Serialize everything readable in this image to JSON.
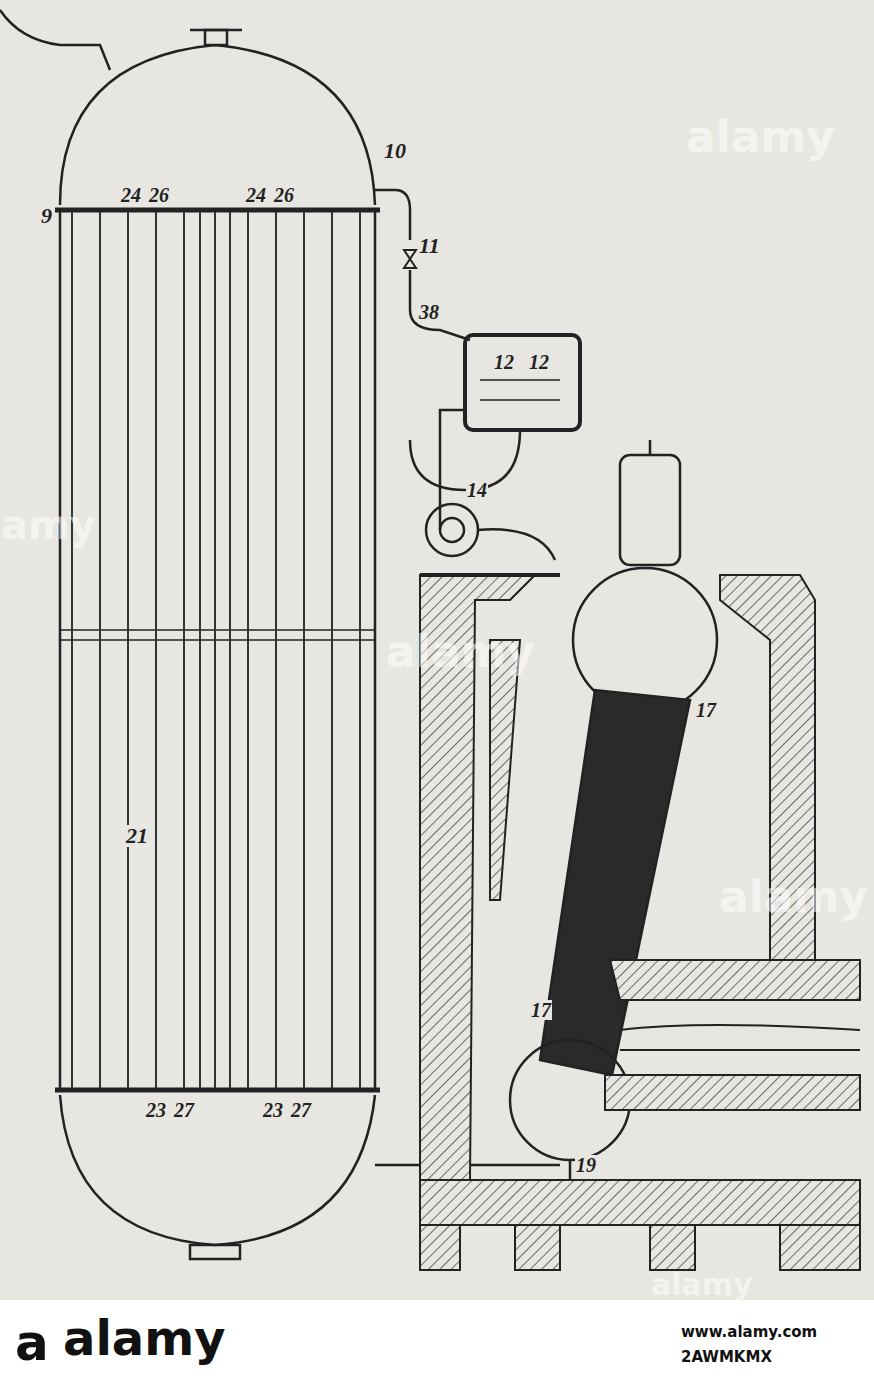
{
  "diagram": {
    "labels": [
      "9",
      "24",
      "26",
      "24",
      "26",
      "10",
      "11",
      "38",
      "12",
      "12",
      "14",
      "17",
      "17",
      "19",
      "23",
      "27",
      "23",
      "27",
      "21",
      "alamy",
      "alamy",
      "alamy",
      "amy",
      "alamy",
      "a",
      "alamy",
      "www.alamy.com",
      "2AWMKMX"
    ]
  }
}
